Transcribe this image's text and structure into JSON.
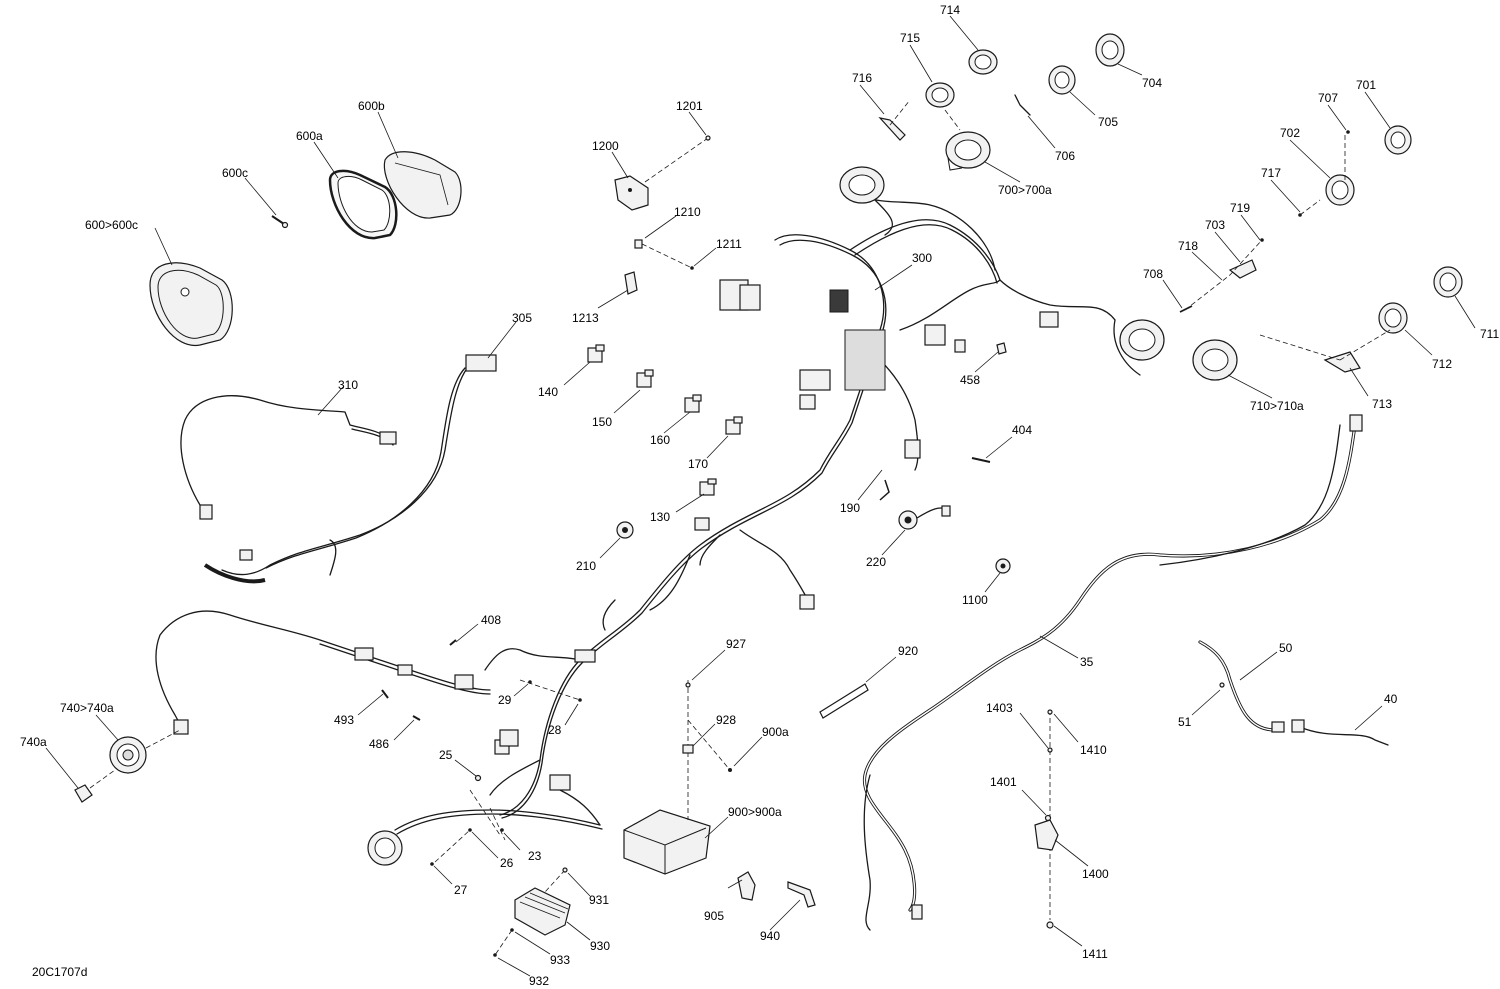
{
  "diagram_code": "20C1707d",
  "callouts": {
    "c600c_600": "600>600c",
    "c600c": "600c",
    "c600a": "600a",
    "c600b": "600b",
    "c1200": "1200",
    "c1201": "1201",
    "c1210": "1210",
    "c1211": "1211",
    "c1213": "1213",
    "c305": "305",
    "c310": "310",
    "c140": "140",
    "c150": "150",
    "c160": "160",
    "c170": "170",
    "c130": "130",
    "c210": "210",
    "c300": "300",
    "c190": "190",
    "c220": "220",
    "c458": "458",
    "c404": "404",
    "c1100": "1100",
    "c714": "714",
    "c715": "715",
    "c716": "716",
    "c704": "704",
    "c705": "705",
    "c706": "706",
    "c700": "700>700a",
    "c701": "701",
    "c707": "707",
    "c702": "702",
    "c717": "717",
    "c719": "719",
    "c703": "703",
    "c718": "718",
    "c708": "708",
    "c711": "711",
    "c712": "712",
    "c713": "713",
    "c710": "710>710a",
    "c35": "35",
    "c50": "50",
    "c51": "51",
    "c40": "40",
    "c920": "920",
    "c927": "927",
    "c928": "928",
    "c900a": "900a",
    "c900": "900>900a",
    "c905": "905",
    "c940": "940",
    "c931": "931",
    "c930": "930",
    "c933": "933",
    "c932": "932",
    "c408": "408",
    "c29": "29",
    "c28": "28",
    "c493": "493",
    "c486": "486",
    "c25": "25",
    "c26": "26",
    "c23": "23",
    "c27": "27",
    "c740": "740>740a",
    "c740a": "740a",
    "c1403": "1403",
    "c1410": "1410",
    "c1401": "1401",
    "c1400": "1400",
    "c1411": "1411"
  }
}
